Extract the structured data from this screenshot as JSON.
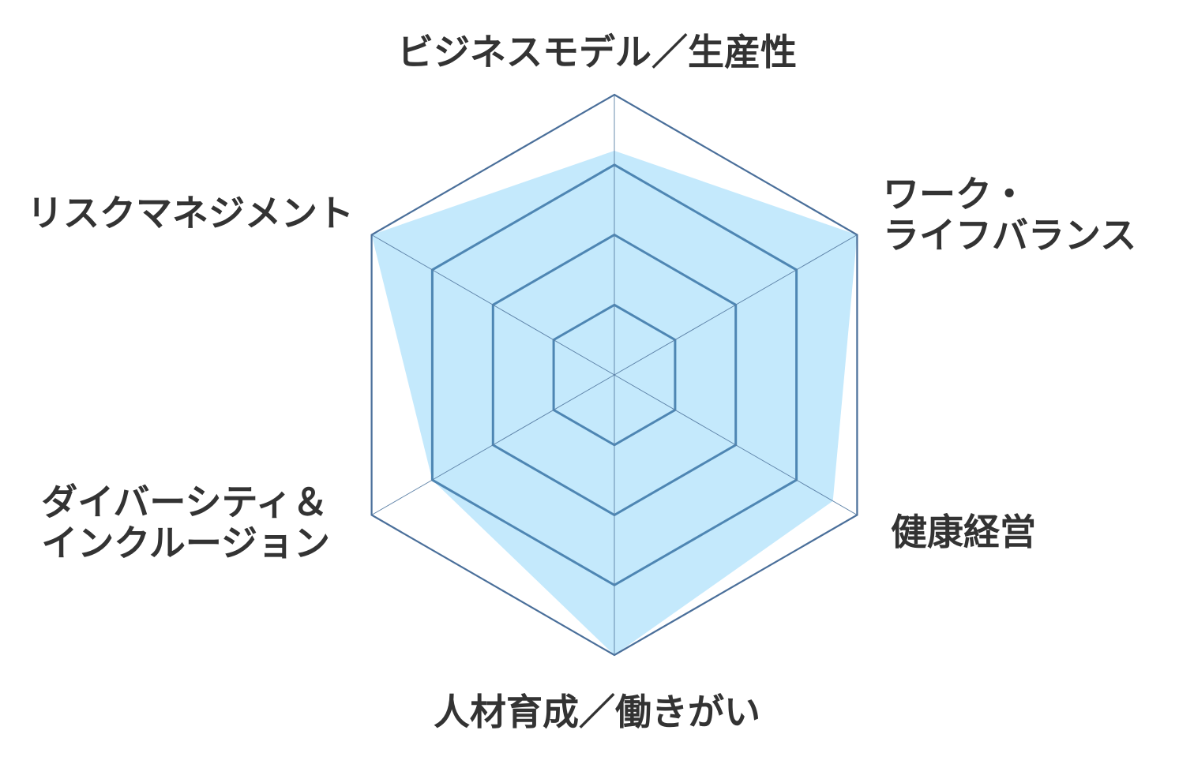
{
  "chart_data": {
    "type": "radar",
    "axes": [
      {
        "label_lines": [
          "ビジネスモデル／生産性"
        ]
      },
      {
        "label_lines": [
          "ワーク・",
          "ライフバランス"
        ]
      },
      {
        "label_lines": [
          "健康経営"
        ]
      },
      {
        "label_lines": [
          "人材育成／働きがい"
        ]
      },
      {
        "label_lines": [
          "ダイバーシティ＆",
          "インクルージョン"
        ]
      },
      {
        "label_lines": [
          "リスクマネジメント"
        ]
      }
    ],
    "rings": 4,
    "values": [
      3.2,
      4.0,
      3.6,
      4.0,
      3.0,
      4.0
    ],
    "max": 4,
    "grid": true,
    "colors": {
      "fill": "#c4e9fc",
      "outer_ring": "#4a6f9a",
      "inner_rings": "#4e86b3",
      "spokes": "#5a7fa5"
    }
  }
}
